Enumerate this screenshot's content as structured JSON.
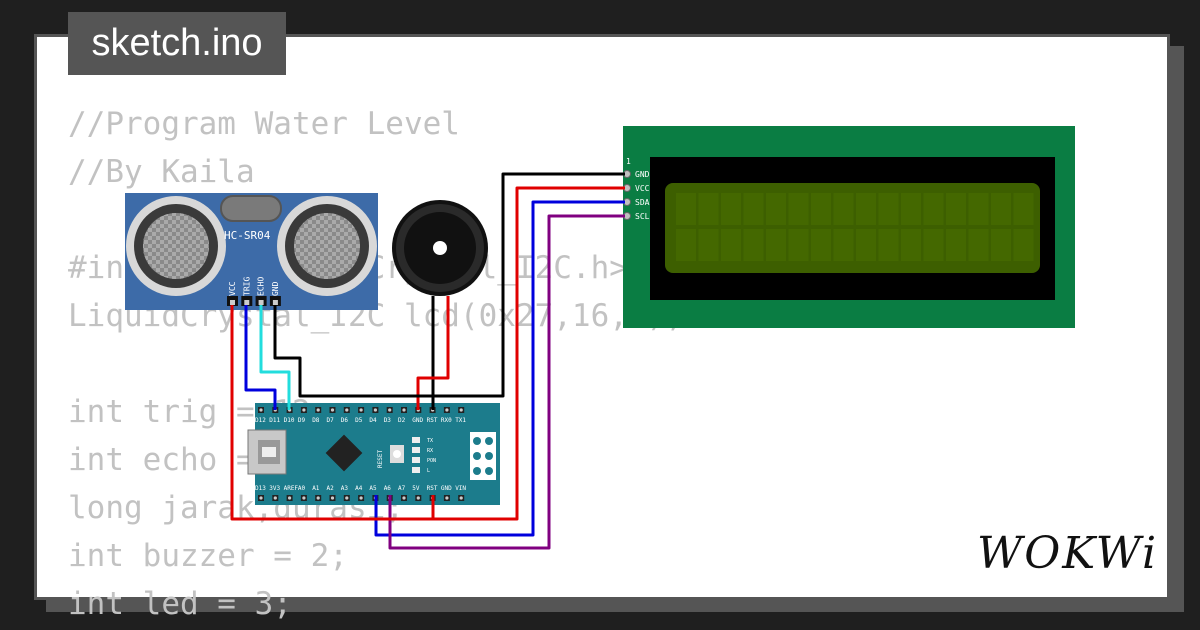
{
  "file_tab": {
    "label": "sketch.ino"
  },
  "code_lines": [
    "//Program Water Level",
    "//By Kaila",
    "",
    "#include <LiquidCrystal_I2C.h>",
    "LiquidCrystal_I2C lcd(0x27,16,2);",
    "",
    "int trig = 12;",
    "int echo = 11;",
    "long jarak,durasi;",
    "int buzzer = 2;",
    "int led = 3;"
  ],
  "sensor": {
    "name": "HC-SR04",
    "pins": [
      "VCC",
      "TRIG",
      "ECHO",
      "GND"
    ]
  },
  "lcd": {
    "pin1": "1",
    "pins": [
      "GND",
      "VCC",
      "SDA",
      "SCL"
    ],
    "colors": {
      "pcb": "#0a7d43",
      "bezel": "#000000",
      "screen": "#3d5f00"
    }
  },
  "nano": {
    "top_labels": [
      "D12",
      "D11",
      "D10",
      "D9",
      "D8",
      "D7",
      "D6",
      "D5",
      "D4",
      "D3",
      "D2",
      "GND",
      "RST",
      "RX0",
      "TX1"
    ],
    "bottom_labels": [
      "D13",
      "3V3",
      "AREF",
      "A0",
      "A1",
      "A2",
      "A3",
      "A4",
      "A5",
      "A6",
      "A7",
      "5V",
      "RST",
      "GND",
      "VIN"
    ],
    "reset_label": "RESET",
    "led_labels": [
      "TX",
      "RX",
      "PON",
      "L"
    ]
  },
  "wires": {
    "gnd": "#000000",
    "vcc": "#e00000",
    "sda": "#0000dd",
    "scl": "#800080",
    "trig": "#0000dd",
    "echo": "#22dddd"
  },
  "brand": {
    "logo_text": "WOKWi"
  }
}
